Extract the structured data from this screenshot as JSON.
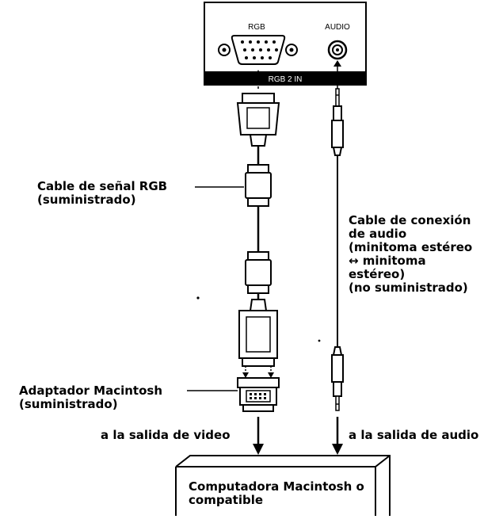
{
  "panel": {
    "rgb_label": "RGB",
    "audio_label": "AUDIO",
    "input_label": "RGB 2 IN"
  },
  "labels": {
    "rgb_cable": [
      "Cable de señal RGB",
      "(suministrado)"
    ],
    "audio_cable": [
      "Cable de conexión",
      "de audio",
      "(minitoma estéreo",
      "↔ minitoma",
      "estéreo)",
      "(no suministrado)"
    ],
    "mac_adapter": [
      "Adaptador Macintosh",
      "(suministrado)"
    ],
    "video_out": "a la salida de video",
    "audio_out": "a la salida de audio",
    "computer": [
      "Computadora Macintosh o",
      "compatible"
    ]
  }
}
